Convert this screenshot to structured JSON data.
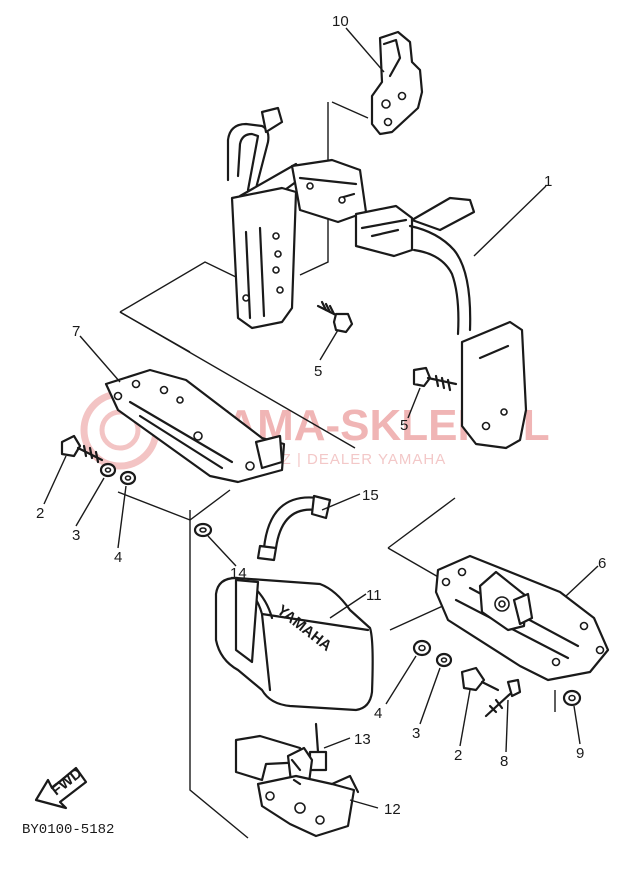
{
  "watermark": {
    "brand": "YAMA-SKLEP.PL",
    "tagline": "HOWICZ | DEALER YAMAHA",
    "color": "#f0b5b5"
  },
  "diagram_code": "BY0100-5182",
  "fwd_label": "FWD",
  "box_label": "YAMAHA",
  "callouts": {
    "c1": "1",
    "c2a": "2",
    "c2b": "2",
    "c3a": "3",
    "c3b": "3",
    "c4a": "4",
    "c4b": "4",
    "c5a": "5",
    "c5b": "5",
    "c6": "6",
    "c7": "7",
    "c8": "8",
    "c9": "9",
    "c10": "10",
    "c11": "11",
    "c12": "12",
    "c13": "13",
    "c14": "14",
    "c15": "15"
  }
}
